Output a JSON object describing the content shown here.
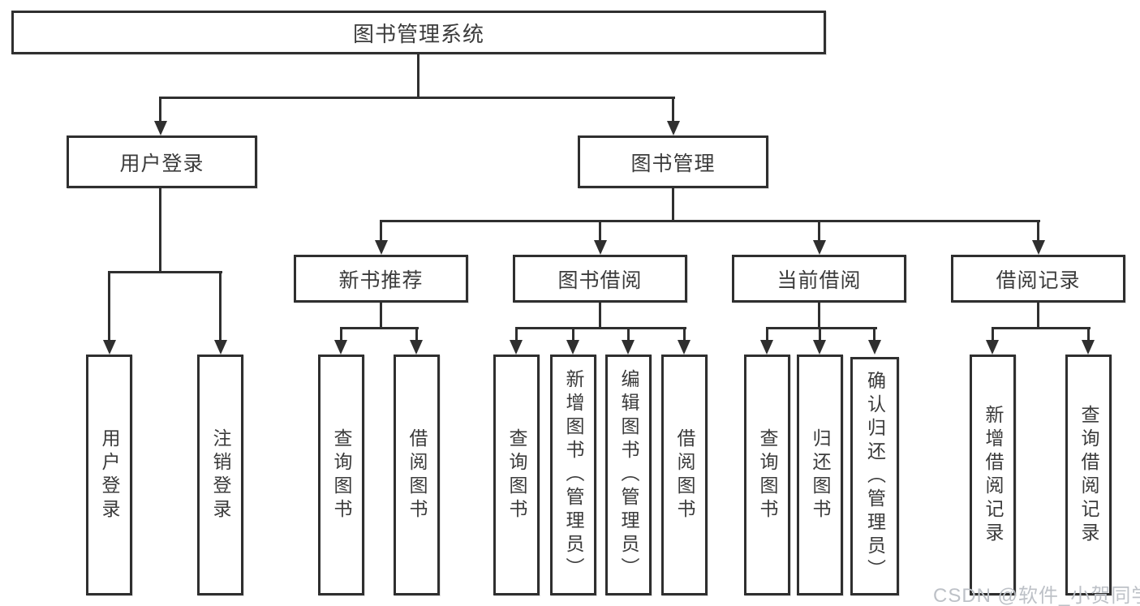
{
  "tree": {
    "label": "图书管理系统",
    "children": [
      {
        "label": "用户登录",
        "children": [
          {
            "label": "用户登录"
          },
          {
            "label": "注销登录"
          }
        ]
      },
      {
        "label": "图书管理",
        "children": [
          {
            "label": "新书推荐",
            "children": [
              {
                "label": "查询图书"
              },
              {
                "label": "借阅图书"
              }
            ]
          },
          {
            "label": "图书借阅",
            "children": [
              {
                "label": "查询图书"
              },
              {
                "label": "新增图书（管理员）"
              },
              {
                "label": "编辑图书（管理员）"
              },
              {
                "label": "借阅图书"
              }
            ]
          },
          {
            "label": "当前借阅",
            "children": [
              {
                "label": "查询图书"
              },
              {
                "label": "归还图书"
              },
              {
                "label": "确认归还（管理员）"
              }
            ]
          },
          {
            "label": "借阅记录",
            "children": [
              {
                "label": "新增借阅记录"
              },
              {
                "label": "查询借阅记录"
              }
            ]
          }
        ]
      }
    ]
  },
  "watermark": {
    "text": "CSDN @软件_小贺同学"
  },
  "colors": {
    "line": "#2f2f2f",
    "text": "#3b3b3b",
    "background": "#ffffff",
    "watermark": "#bdc1c7"
  }
}
